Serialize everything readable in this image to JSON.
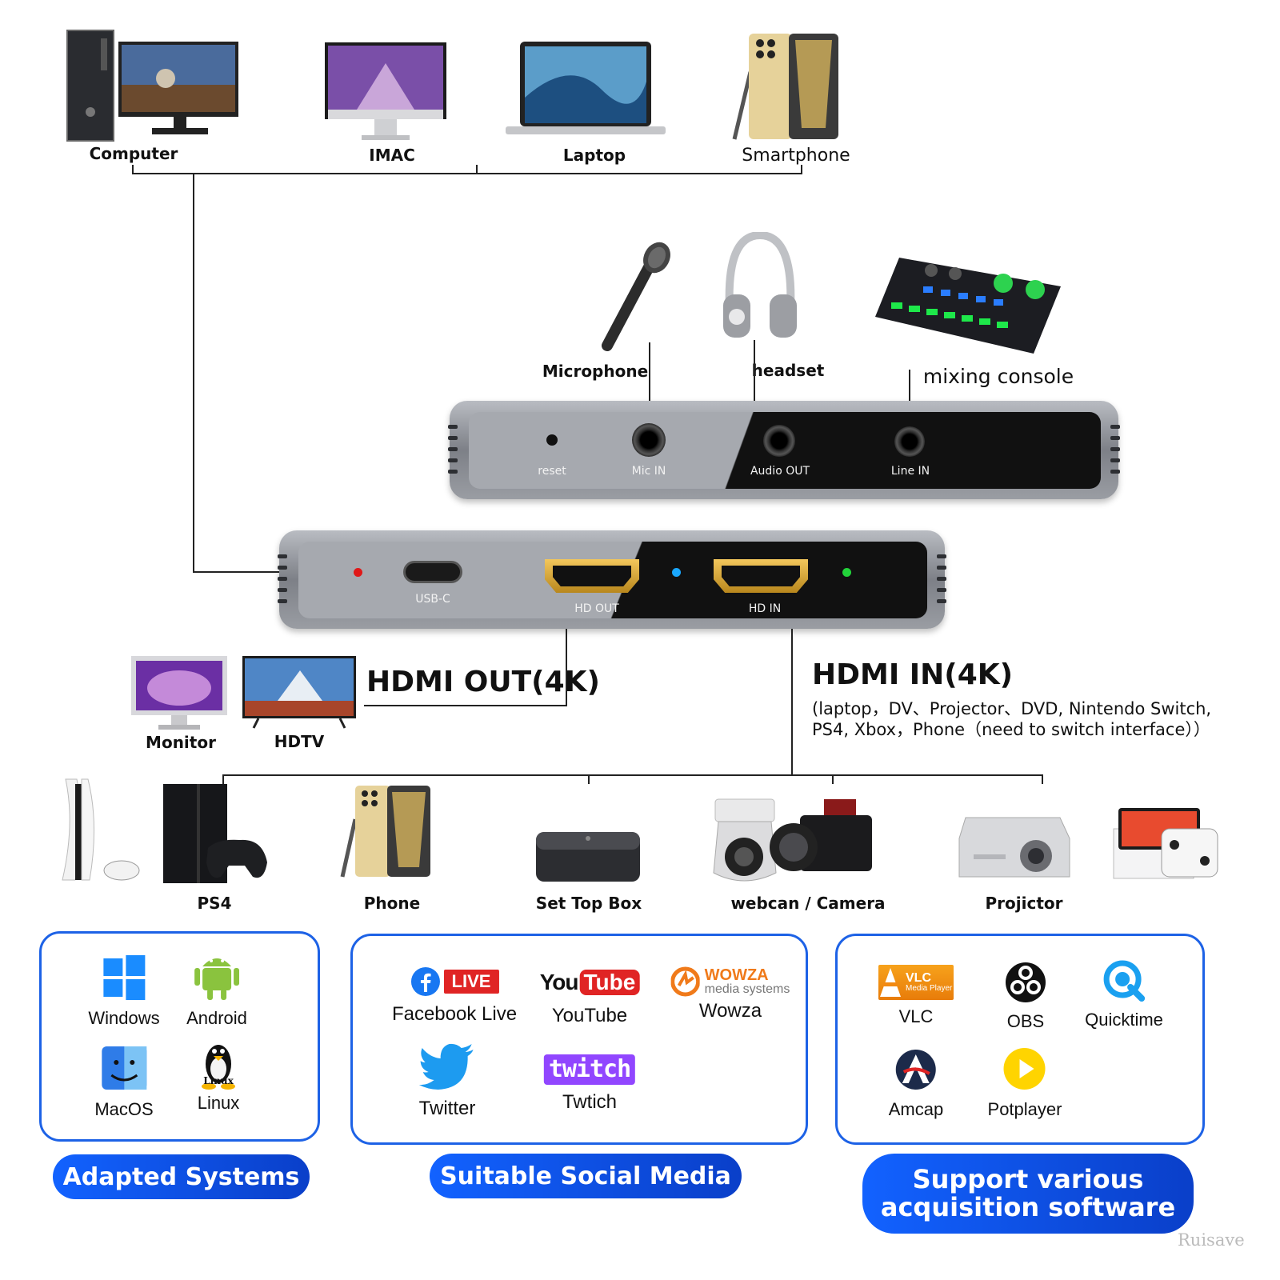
{
  "top_devices": [
    "Computer",
    "IMAC",
    "Laptop",
    "Smartphone"
  ],
  "audio_devices": [
    "Microphone",
    "headset",
    "mixing console"
  ],
  "audio_ports": [
    "reset",
    "Mic IN",
    "Audio OUT",
    "Line IN"
  ],
  "main_ports": [
    "USB-C",
    "HD OUT",
    "HD IN"
  ],
  "hdmi_out": {
    "title": "HDMI OUT(4K)",
    "devices": [
      "Monitor",
      "HDTV"
    ]
  },
  "hdmi_in": {
    "title": "HDMI IN(4K)",
    "note_line1": "(laptop，DV、Projector、DVD, Nintendo Switch,",
    "note_line2": "PS4, Xbox，Phone（need to switch interface））"
  },
  "source_devices": [
    "PS4",
    "Phone",
    "Set Top Box",
    "webcan / Camera",
    "Projictor"
  ],
  "systems": {
    "items": [
      "Windows",
      "Android",
      "MacOS",
      "Linux"
    ],
    "linux_logo_text": "Linux",
    "label": "Adapted Systems"
  },
  "social": {
    "items": [
      "Facebook Live",
      "YouTube",
      "Wowza",
      "Twitter",
      "Twtich"
    ],
    "live_badge": "LIVE",
    "youtube_logo": [
      "You",
      "Tube"
    ],
    "wowza_logo": [
      "WOWZA",
      "media systems"
    ],
    "twitch_logo": "twitch",
    "label": "Suitable Social Media"
  },
  "software": {
    "items": [
      "VLC",
      "OBS",
      "Quicktime",
      "Amcap",
      "Potplayer"
    ],
    "vlc_logo": [
      "VLC",
      "Media Player"
    ],
    "label_line1": "Support various",
    "label_line2": "acquisition software"
  },
  "watermark": "Ruisave",
  "colors": {
    "accent_blue": "#1d62e6",
    "led_red": "#e01818",
    "led_blue": "#1aa8ff",
    "led_green": "#22d33a"
  }
}
